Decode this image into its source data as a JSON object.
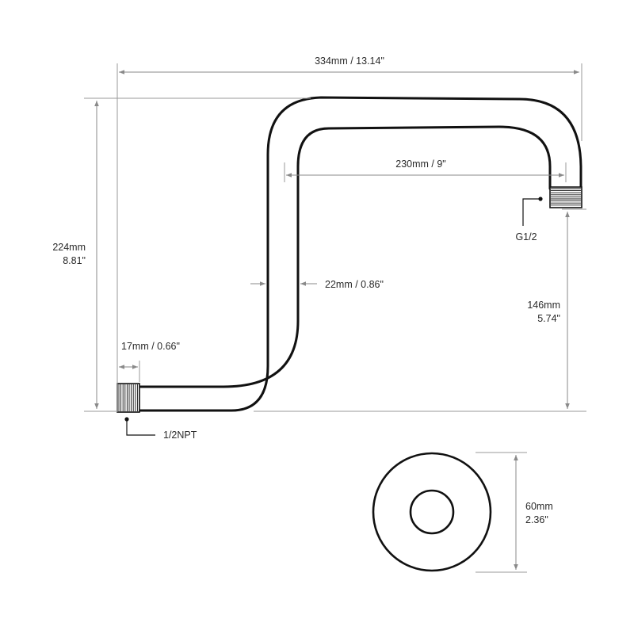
{
  "dimensions": {
    "overall_length": "334mm / 13.14\"",
    "reach": "230mm / 9\"",
    "height_mm": "224mm",
    "height_in": "8.81\"",
    "pipe_diameter": "22mm / 0.86\"",
    "thread_length": "17mm / 0.66\"",
    "outlet_height_mm": "146mm",
    "outlet_height_in": "5.74\"",
    "flange_diameter_mm": "60mm",
    "flange_diameter_in": "2.36\""
  },
  "threads": {
    "inlet": "1/2NPT",
    "outlet": "G1/2"
  },
  "colors": {
    "line": "#111111",
    "dimension": "#8a8a8a"
  }
}
